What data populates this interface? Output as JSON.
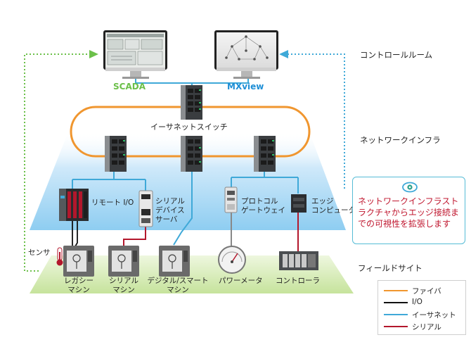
{
  "apps": {
    "scada": "SCADA",
    "mxview": "MXview"
  },
  "switch_label": "イーサネットスイッチ",
  "zones": {
    "control_room": "コントロールルーム",
    "network_infra": "ネットワークインフラ",
    "field_site": "フィールドサイト"
  },
  "devices": {
    "remote_io": "リモート I/O",
    "serial_server": [
      "シリアル",
      "デバイス",
      "サーバ"
    ],
    "protocol_gateway": [
      "プロトコル",
      "ゲートウェイ"
    ],
    "edge_computer": [
      "エッジ",
      "コンピュータ"
    ],
    "sensor": "センサ"
  },
  "machines": {
    "legacy": [
      "レガシー",
      "マシン"
    ],
    "serial": [
      "シリアル",
      "マシン"
    ],
    "digital": [
      "デジタル/スマート",
      "マシン"
    ],
    "power_meter": "パワーメータ",
    "controller": "コントローラ"
  },
  "callout": {
    "icon": "eye-icon",
    "text": "ネットワークインフラストラクチャからエッジ接続までの可視性を拡張します"
  },
  "legend": [
    {
      "label": "ファイバ",
      "color": "#f0962f"
    },
    {
      "label": "I/O",
      "color": "#111111"
    },
    {
      "label": "イーサネット",
      "color": "#3fa9d8"
    },
    {
      "label": "シリアル",
      "color": "#b3172c"
    }
  ],
  "colors": {
    "scada_green": "#6cc04a",
    "mxview_blue": "#1f8fd6",
    "ethernet": "#3fa9d8",
    "fiber": "#f0962f",
    "serial": "#b3172c",
    "field_green": "#cde6a6",
    "network_blue": "#a9d6f2",
    "callout_red": "#c0172f"
  }
}
